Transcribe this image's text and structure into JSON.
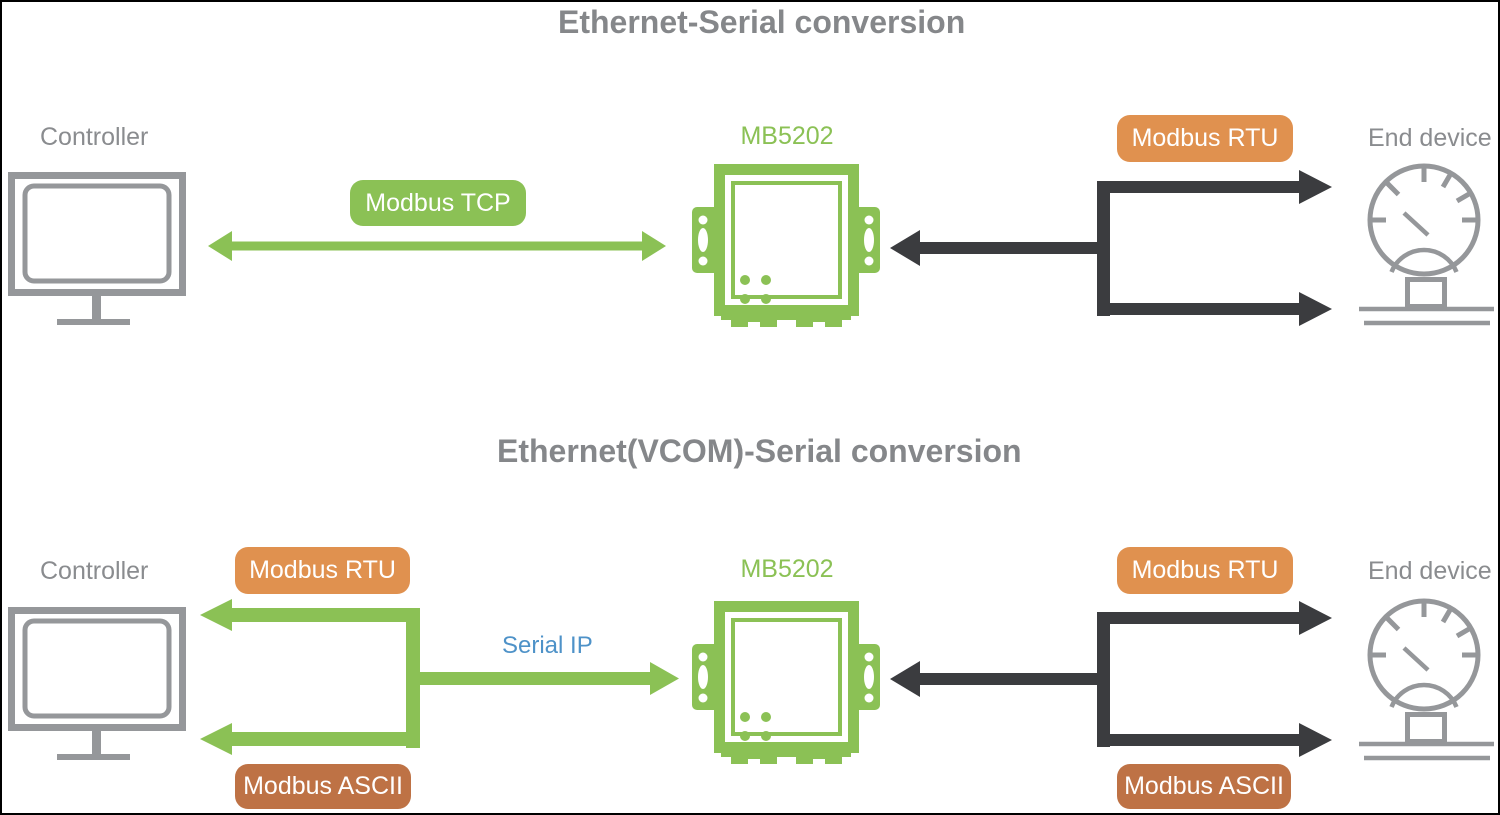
{
  "colors": {
    "green": "#8BC155",
    "orange": "#E0914F",
    "orange-dark": "#BE7245",
    "dark": "#3B3C3F",
    "gray": "#95979A",
    "text-gray": "#8A8C8F",
    "title-gray": "#85878A",
    "blue": "#4E92C8",
    "bg": "#FFFFFF",
    "pill-text": "#FFFFFF"
  },
  "top": {
    "title": "Ethernet-Serial conversion",
    "controller_label": "Controller",
    "device_label": "MB5202",
    "end_device_label": "End device",
    "tcp_pill": "Modbus TCP",
    "rtu_pill": "Modbus RTU"
  },
  "bottom": {
    "title": "Ethernet(VCOM)-Serial conversion",
    "controller_label": "Controller",
    "device_label": "MB5202",
    "end_device_label": "End device",
    "left_rtu_pill": "Modbus RTU",
    "left_ascii_pill": "Modbus ASCII",
    "serial_ip_label": "Serial IP",
    "right_rtu_pill": "Modbus RTU",
    "right_ascii_pill": "Modbus ASCII"
  },
  "icons": {
    "controller": "monitor-icon",
    "converter": "serial-device-icon",
    "end_device": "gauge-icon"
  }
}
